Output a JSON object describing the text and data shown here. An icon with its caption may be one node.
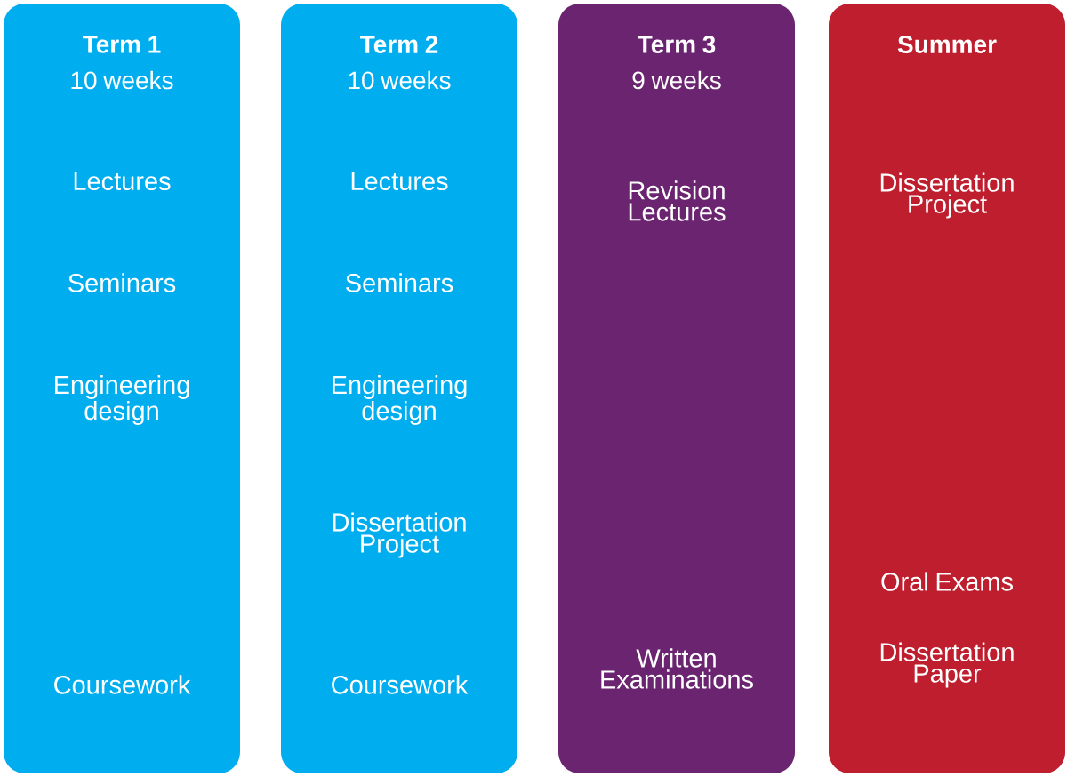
{
  "diagram": {
    "nodes": [
      {
        "text": [
          "Term 1",
          "10 weeks",
          "Lectures",
          "Seminars",
          "Engineering design",
          "Coursework"
        ]
      },
      {
        "text": [
          "Term 2",
          "10 weeks",
          "Lectures",
          "Seminars",
          "Engineering design",
          "Dissertation Project",
          "Coursework"
        ]
      },
      {
        "text": [
          "Term 3",
          "9 weeks",
          "Revision Lectures",
          "Written Examinations"
        ]
      },
      {
        "text": [
          "Summer",
          "Dissertation Project",
          "Oral Exams",
          "Dissertation Paper"
        ]
      }
    ]
  }
}
